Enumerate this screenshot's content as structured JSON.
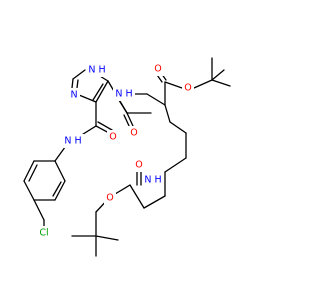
{
  "molecule": {
    "colors": {
      "bond": "#000000",
      "nitrogen": "#0000ff",
      "oxygen": "#ff0000",
      "chlorine": "#00a000",
      "background": "#ffffff"
    },
    "labels": {
      "imidazole_nh": "N H",
      "imidazole_n": "N",
      "amide_nh_top": "N H",
      "amide_o_top": "O",
      "ester_o_double": "O",
      "ester_o_single": "O",
      "amide_o_left": "O",
      "amide_nh_left": "N H",
      "chlorine": "Cl",
      "carbamate_nh": "N H",
      "carbamate_o_double": "O",
      "carbamate_o_single": "O"
    }
  }
}
